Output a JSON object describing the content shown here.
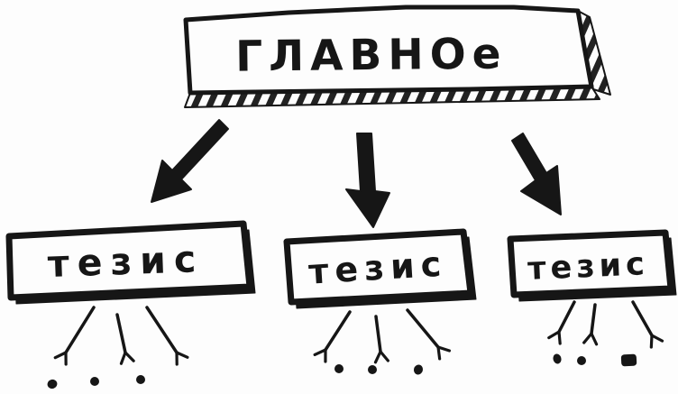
{
  "diagram": {
    "root_label": "ГЛАВНОе",
    "thesis_labels": [
      "тезис",
      "тезис",
      "тезис"
    ],
    "colors": {
      "ink": "#161616",
      "paper": "#fdfdfd"
    }
  }
}
